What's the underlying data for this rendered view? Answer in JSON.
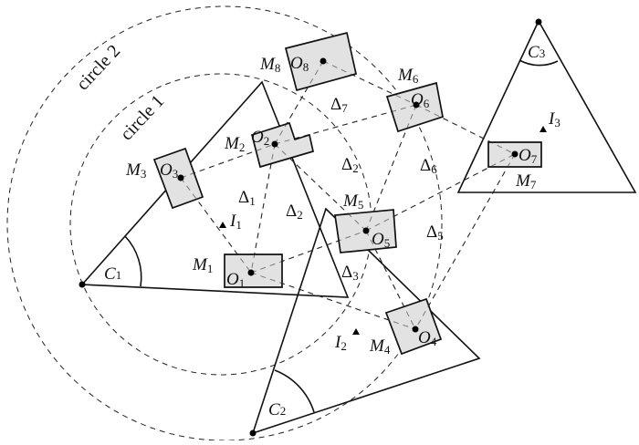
{
  "figure": {
    "circles": [
      {
        "id": "circle1",
        "label": "circle 1"
      },
      {
        "id": "circle2",
        "label": "circle 2"
      }
    ],
    "cameras": [
      {
        "id": "C1",
        "base": "C",
        "sub": "1"
      },
      {
        "id": "C2",
        "base": "C",
        "sub": "2"
      },
      {
        "id": "C3",
        "base": "C",
        "sub": "3"
      }
    ],
    "interest_points": [
      {
        "id": "I1",
        "base": "I",
        "sub": "1"
      },
      {
        "id": "I2",
        "base": "I",
        "sub": "2"
      },
      {
        "id": "I3",
        "base": "I",
        "sub": "3"
      }
    ],
    "objects": [
      {
        "id": "O1",
        "base": "O",
        "sub": "1",
        "marker": "M",
        "marker_sub": "1"
      },
      {
        "id": "O2",
        "base": "O",
        "sub": "2",
        "marker": "M",
        "marker_sub": "2"
      },
      {
        "id": "O3",
        "base": "O",
        "sub": "3",
        "marker": "M",
        "marker_sub": "3"
      },
      {
        "id": "O4",
        "base": "O",
        "sub": "4",
        "marker": "M",
        "marker_sub": "4"
      },
      {
        "id": "O5",
        "base": "O",
        "sub": "5",
        "marker": "M",
        "marker_sub": "5"
      },
      {
        "id": "O6",
        "base": "O",
        "sub": "6",
        "marker": "M",
        "marker_sub": "6"
      },
      {
        "id": "O7",
        "base": "O",
        "sub": "7",
        "marker": "M",
        "marker_sub": "7"
      },
      {
        "id": "O8",
        "base": "O",
        "sub": "8",
        "marker": "M",
        "marker_sub": "8"
      }
    ],
    "deltas": [
      {
        "id": "D1",
        "base": "Δ",
        "sub": "1"
      },
      {
        "id": "D2a",
        "base": "Δ",
        "sub": "2"
      },
      {
        "id": "D2b",
        "base": "Δ",
        "sub": "2"
      },
      {
        "id": "D3",
        "base": "Δ",
        "sub": "3"
      },
      {
        "id": "D5",
        "base": "Δ",
        "sub": "5"
      },
      {
        "id": "D6",
        "base": "Δ",
        "sub": "6"
      },
      {
        "id": "D7",
        "base": "Δ",
        "sub": "7"
      }
    ],
    "connections": [
      [
        "O3",
        "O2"
      ],
      [
        "O2",
        "O6"
      ],
      [
        "O3",
        "O1"
      ],
      [
        "O2",
        "O1"
      ],
      [
        "O1",
        "O5"
      ],
      [
        "O1",
        "O4"
      ],
      [
        "O2",
        "O5"
      ],
      [
        "O2",
        "O8"
      ],
      [
        "O8",
        "O6"
      ],
      [
        "O6",
        "O5"
      ],
      [
        "O5",
        "O7"
      ],
      [
        "O6",
        "O7"
      ],
      [
        "O5",
        "O4"
      ],
      [
        "O7",
        "O4"
      ]
    ],
    "colors": {
      "object_fill": "#e2e2e2",
      "stroke": "#111111",
      "background": "#ffffff"
    }
  }
}
